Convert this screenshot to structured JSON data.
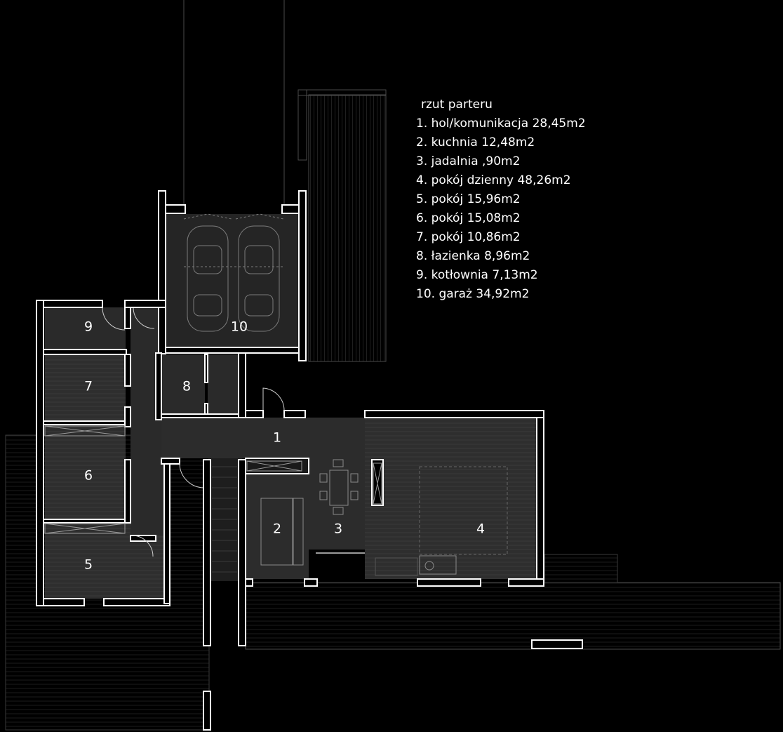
{
  "legend": {
    "title": "rzut parteru",
    "items": [
      "1. hol/komunikacja 28,45m2",
      "2. kuchnia 12,48m2",
      "3. jadalnia ,90m2",
      "4. pokój dzienny 48,26m2",
      "5. pokój 15,96m2",
      "6. pokój 15,08m2",
      "7. pokój 10,86m2",
      "8. łazienka 8,96m2",
      "9. kotłownia 7,13m2",
      "10. garaż 34,92m2"
    ]
  },
  "rooms": {
    "r1": "1",
    "r2": "2",
    "r3": "3",
    "r4": "4",
    "r5": "5",
    "r6": "6",
    "r7": "7",
    "r8": "8",
    "r9": "9",
    "r10": "10"
  },
  "colors": {
    "background": "#000000",
    "wall": "#ffffff",
    "floor": "#2b2b2b",
    "floor_light": "#333333",
    "line": "#6a6a6a"
  }
}
